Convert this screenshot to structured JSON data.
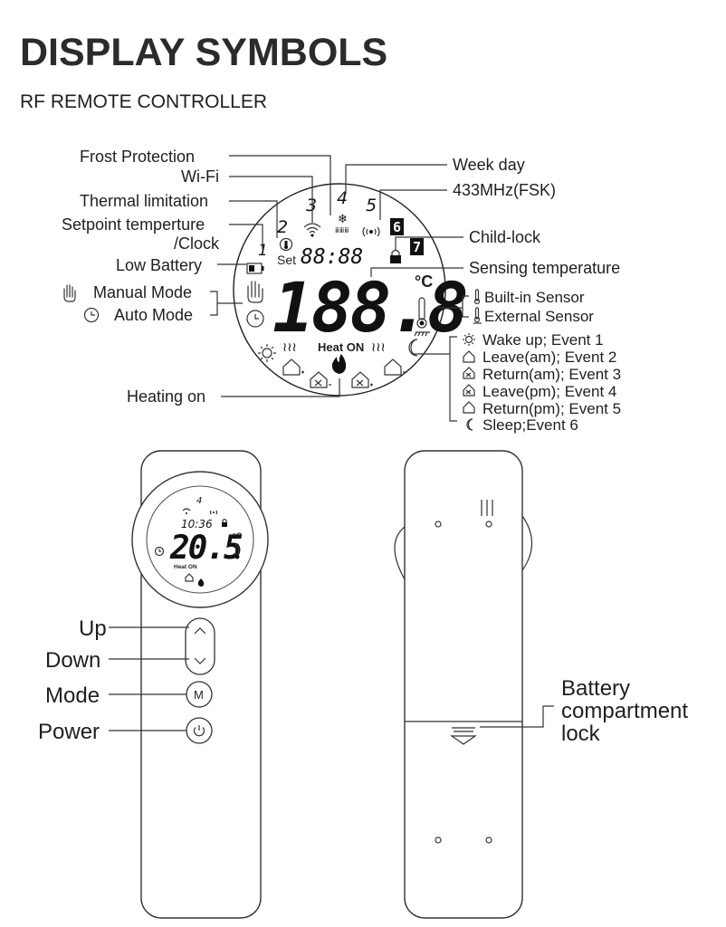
{
  "header": {
    "title": "DISPLAY SYMBOLS",
    "subtitle": "RF REMOTE CONTROLLER"
  },
  "callouts_left": {
    "frost": "Frost Protection",
    "wifi": "Wi-Fi",
    "thermal": "Thermal limitation",
    "setpoint_1": "Setpoint temperture",
    "setpoint_2": "/Clock",
    "battery": "Low Battery",
    "manual": "Manual Mode",
    "auto": "Auto Mode",
    "heating": "Heating on"
  },
  "callouts_right": {
    "weekday": "Week day",
    "rf": "433MHz(FSK)",
    "childlock": "Child-lock",
    "sensing": "Sensing temperature",
    "builtin": "Built-in Sensor",
    "external": "External Sensor"
  },
  "events": [
    "Wake up; Event 1",
    "Leave(am); Event 2",
    "Return(am); Event 3",
    "Leave(pm); Event 4",
    "Return(pm); Event 5",
    "Sleep;Event 6"
  ],
  "lcd": {
    "day_1": "1",
    "day_2": "2",
    "day_3": "3",
    "day_4": "4",
    "day_5": "5",
    "day_6": "6",
    "day_7": "7",
    "set_label": "Set",
    "clock_digits": "88:88",
    "big_digits": "188.8",
    "unit": "°C",
    "heat_on": "Heat ON",
    "waves": "≀≀≀"
  },
  "remote_lcd": {
    "day": "4",
    "time": "10:36",
    "temp": "20.5",
    "unit": "°C",
    "heat_on": "Heat ON"
  },
  "buttons": {
    "up": "Up",
    "down": "Down",
    "mode": "Mode",
    "power": "Power",
    "mode_glyph": "M"
  },
  "back": {
    "battery_1": "Battery",
    "battery_2": "compartment",
    "battery_3": "lock"
  }
}
